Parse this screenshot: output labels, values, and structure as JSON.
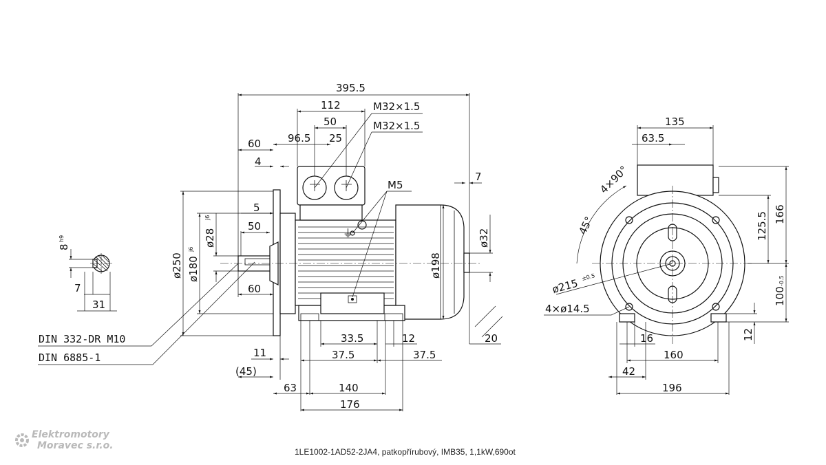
{
  "caption": "1LE1002-1AD52-2JA4, patkopřírubový, IMB35, 1,1kW,690ot",
  "logo": {
    "line1": "Elektromotory",
    "line2": "Moravec s.r.o."
  },
  "side_view": {
    "overall_length": "395.5",
    "tb_width": "112",
    "tb_gland_spacing": "50",
    "tb_offset": "96.5",
    "tb_offset_small": "25",
    "gland_top_1": "M32×1.5",
    "gland_top_2": "M32×1.5",
    "flange_to_tb": "60",
    "flange_thickness": "4",
    "spigot": "5",
    "key_length": "50",
    "key_start": "60",
    "gap_right": "7",
    "earth_thread": "M5",
    "fan_hub_dia": "ø32",
    "body_dia": "ø198",
    "flange_outer": "ø250",
    "flange_spigot": "ø180",
    "flange_spigot_tol": "j6",
    "shaft_dia": "ø28",
    "shaft_tol": "j6",
    "foot_33": "33.5",
    "foot_12": "12",
    "foot_37a": "37.5",
    "foot_37b": "37.5",
    "foot_11": "11",
    "shaft_45": "(45)",
    "shaft_63": "63",
    "foot_140": "140",
    "foot_176": "176",
    "foot_20": "20",
    "std_1": "DIN 332-DR M10",
    "std_2": "DIN 6885-1"
  },
  "shaft_section": {
    "key_height": "8",
    "key_height_tol": "h9",
    "key_depth": "7",
    "shaft_height": "31"
  },
  "end_view": {
    "tb_width": "135",
    "tb_offset": "63.5",
    "bolt_angle": "4×90°",
    "angle": "45°",
    "pcd": "ø215",
    "pcd_tol": "±0.5",
    "holes": "4×ø14.5",
    "height_tb": "125.5",
    "height_total": "166",
    "shaft_height": "100",
    "shaft_height_tol": "-0.5",
    "foot_thickness": "12",
    "foot_16": "16",
    "foot_160": "160",
    "foot_42": "42",
    "foot_196": "196"
  }
}
